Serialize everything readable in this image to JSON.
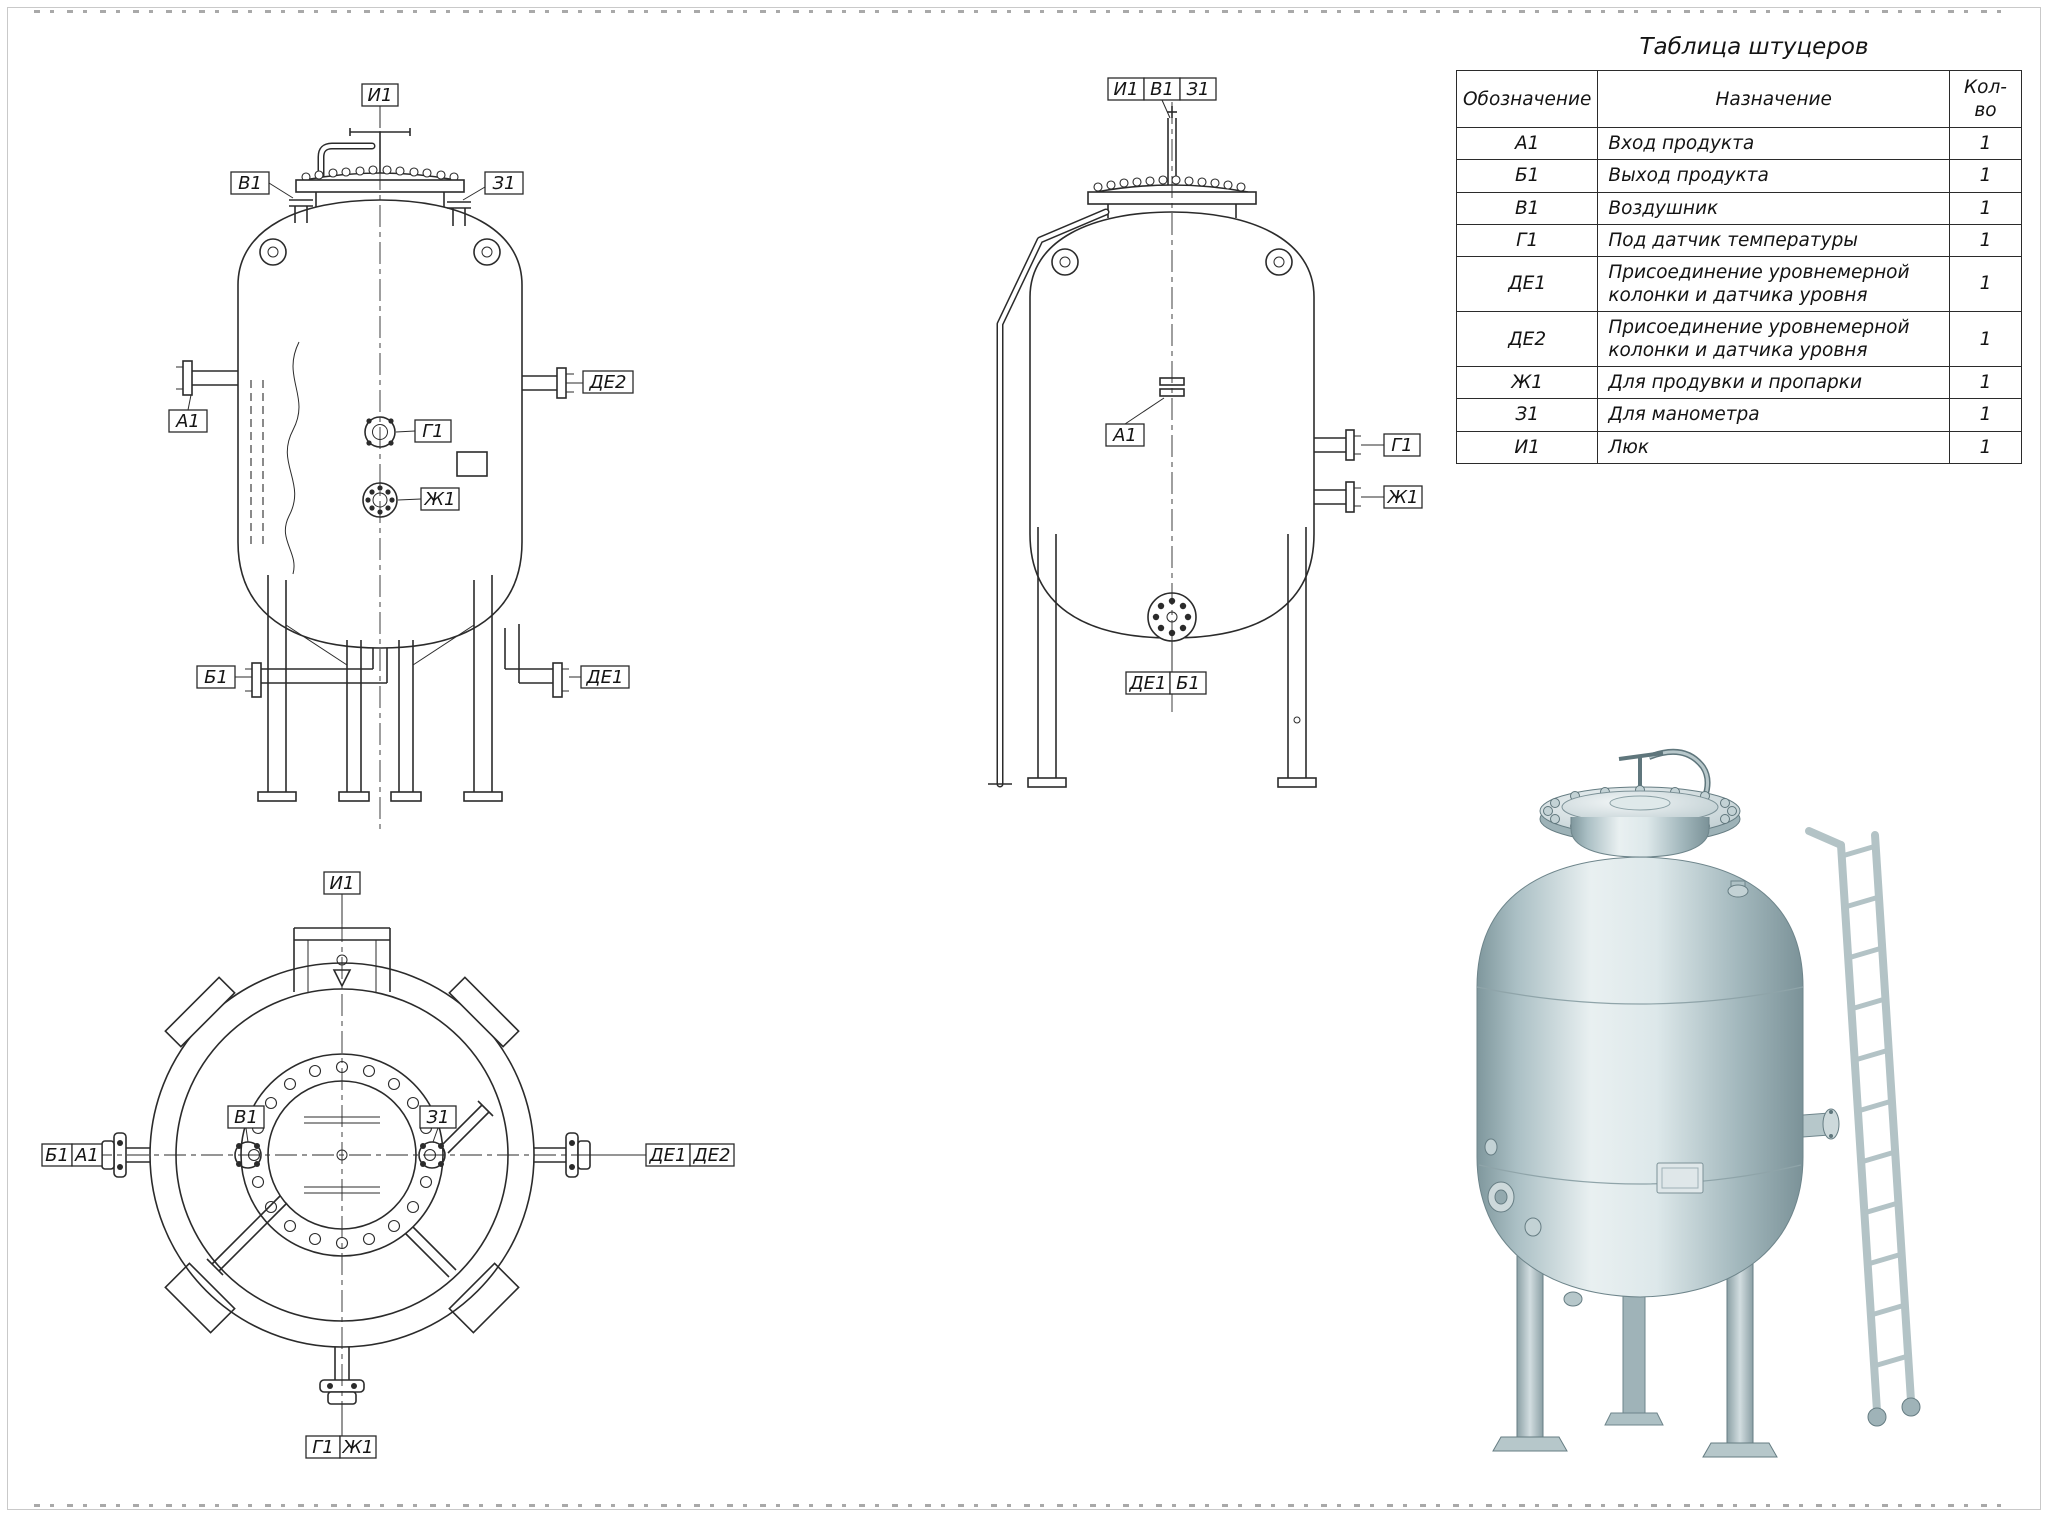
{
  "page": {
    "line_color": "#2b2b2b",
    "metal_color": "#b9cdd1"
  },
  "nozzle_table": {
    "title": "Таблица штуцеров",
    "headers": {
      "designation": "Обозначение",
      "purpose": "Назначение",
      "qty": "Кол-во"
    },
    "rows": [
      {
        "designation": "А1",
        "purpose": "Вход продукта",
        "qty": "1"
      },
      {
        "designation": "Б1",
        "purpose": "Выход продукта",
        "qty": "1"
      },
      {
        "designation": "В1",
        "purpose": "Воздушник",
        "qty": "1"
      },
      {
        "designation": "Г1",
        "purpose": "Под датчик температуры",
        "qty": "1"
      },
      {
        "designation": "ДЕ1",
        "purpose": "Присоединение уровнемерной колонки и датчика уровня",
        "qty": "1"
      },
      {
        "designation": "ДЕ2",
        "purpose": "Присоединение уровнемерной колонки и датчика уровня",
        "qty": "1"
      },
      {
        "designation": "Ж1",
        "purpose": "Для продувки и пропарки",
        "qty": "1"
      },
      {
        "designation": "З1",
        "purpose": "Для манометра",
        "qty": "1"
      },
      {
        "designation": "И1",
        "purpose": "Люк",
        "qty": "1"
      }
    ]
  },
  "front_view": {
    "labels": {
      "i1": "И1",
      "v1": "В1",
      "z1": "З1",
      "de2": "ДЕ2",
      "a1": "А1",
      "g1": "Г1",
      "zh1": "Ж1",
      "b1": "Б1",
      "de1": "ДЕ1"
    }
  },
  "side_view": {
    "labels": {
      "i1": "И1",
      "v1": "В1",
      "z1": "З1",
      "a1": "А1",
      "g1": "Г1",
      "zh1": "Ж1",
      "de1": "ДЕ1",
      "b1": "Б1"
    }
  },
  "top_view": {
    "labels": {
      "i1": "И1",
      "v1": "В1",
      "z1": "З1",
      "b1": "Б1",
      "a1": "А1",
      "de1": "ДЕ1",
      "de2": "ДЕ2",
      "g1": "Г1",
      "zh1": "Ж1"
    }
  }
}
